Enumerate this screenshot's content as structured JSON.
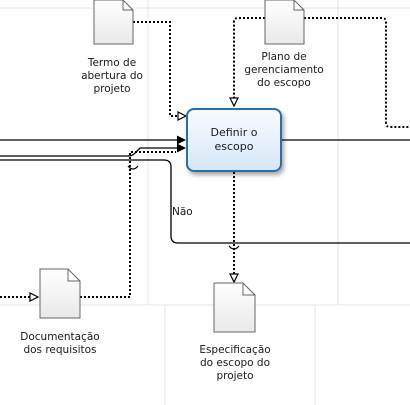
{
  "diagram": {
    "task": {
      "label": "Definir o\nescopo"
    },
    "documents": {
      "termo": {
        "label": "Termo de\nabertura do\nprojeto"
      },
      "plano": {
        "label": "Plano de\ngerenciamento\ndo escopo"
      },
      "documentacao": {
        "label": "Documentação\ndos requisitos"
      },
      "especificacao": {
        "label": "Especificação\ndo escopo do\nprojeto"
      }
    },
    "flow_label": "Não",
    "colors": {
      "task_border": "#2c6da8",
      "task_fill": "#d6e7f8",
      "line": "#000000",
      "swimlane": "#e6e6e6"
    }
  }
}
